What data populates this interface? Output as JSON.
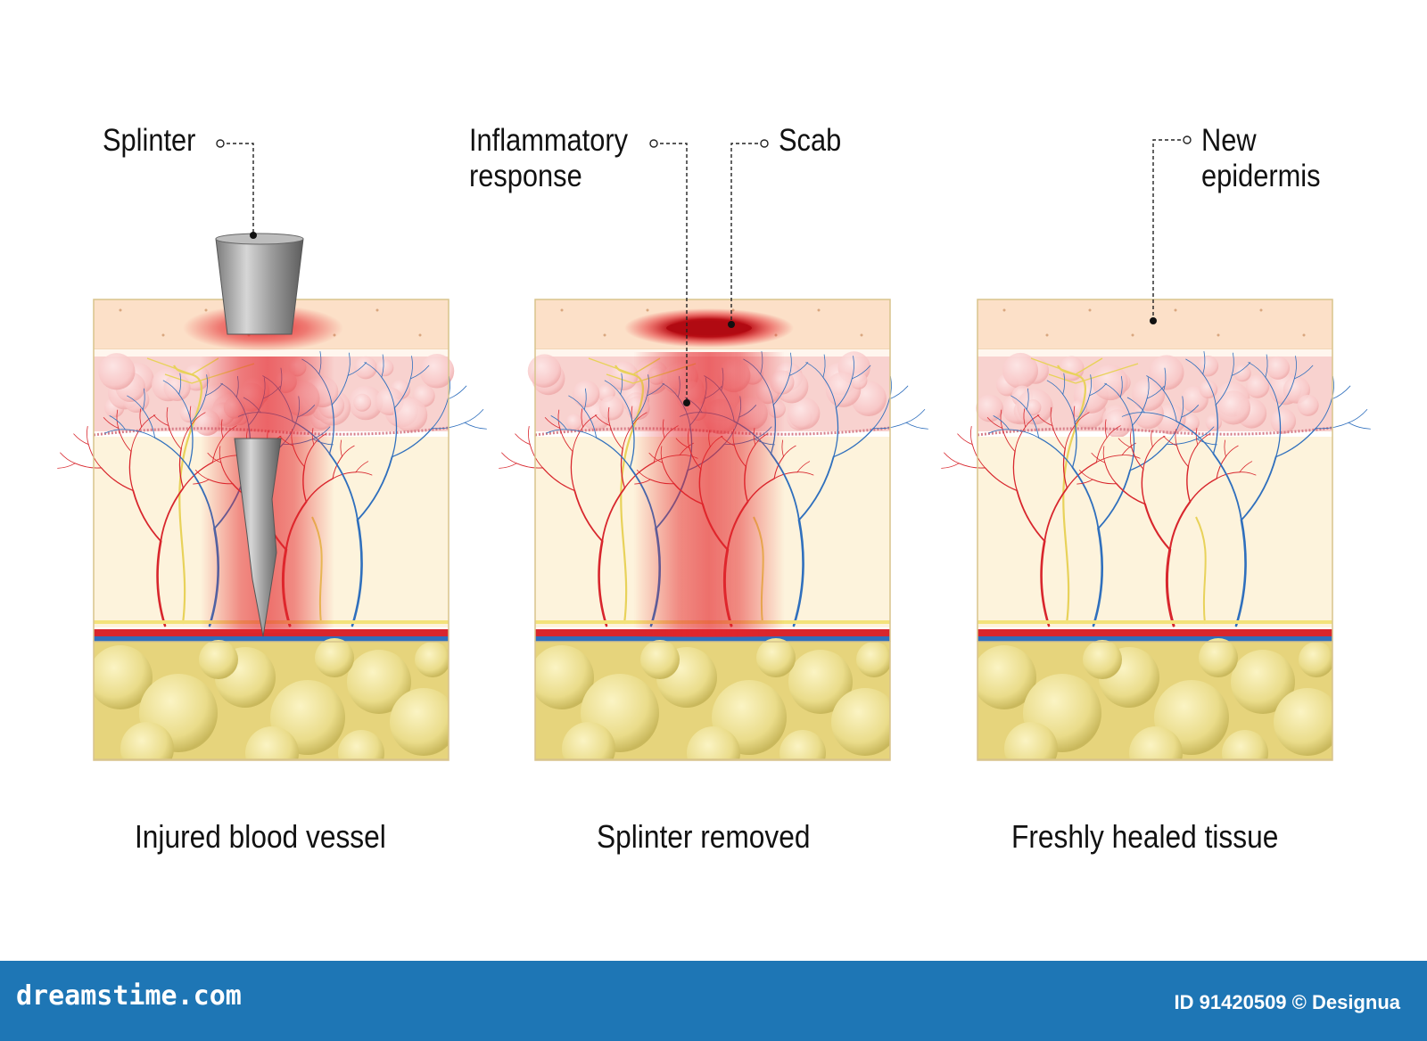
{
  "labels": {
    "splinter": "Splinter",
    "inflammatory_line1": "Inflammatory",
    "inflammatory_line2": "response",
    "scab": "Scab",
    "new_line1": "New",
    "new_line2": "epidermis"
  },
  "captions": {
    "panel1": "Injured blood vessel",
    "panel2": "Splinter removed",
    "panel3": "Freshly healed tissue"
  },
  "footer": {
    "logo": "dreamstime.com",
    "id_text": "ID 91420509 © Designua"
  },
  "colors": {
    "epidermis": "#fce0c8",
    "dermis_cells": "#f9cccb",
    "dermis": "#fdf3dc",
    "fat": "#efe3a0",
    "artery": "#d8262d",
    "vein": "#2f6fbd",
    "nerve": "#e8d25a",
    "inflammation": "#e4262c",
    "footer_bg": "#1e76b5"
  }
}
